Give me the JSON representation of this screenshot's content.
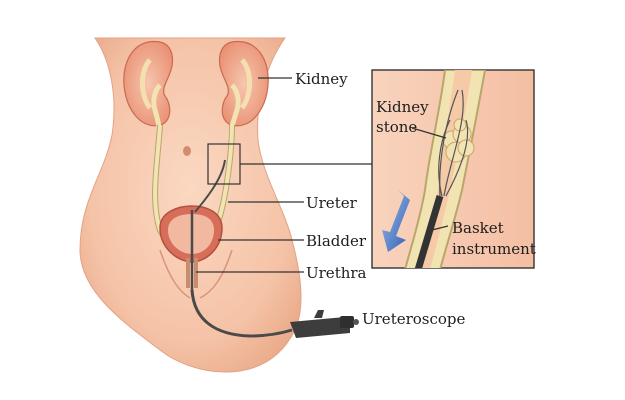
{
  "labels": {
    "kidney": "Kidney",
    "ureter": "Ureter",
    "bladder": "Bladder",
    "urethra": "Urethra",
    "ureteroscope": "Ureteroscope",
    "inset_kidney_stone_line1": "Kidney",
    "inset_kidney_stone_line2": "stone",
    "inset_basket_line1": "Basket",
    "inset_basket_line2": "instrument"
  },
  "colors": {
    "skin": "#f6c7ad",
    "skin_shadow": "#e9a988",
    "kidney_outer": "#f0a486",
    "kidney_inner": "#e27b62",
    "ureter": "#f1e3b2",
    "ureter_stroke": "#b8a66a",
    "bladder": "#d86d5a",
    "bladder_inner": "#f2b9a1",
    "scope": "#3d3d3d",
    "arrow": "#3d6fc2",
    "stone": "#f4e3b2",
    "leader": "#1e1e1e"
  },
  "icons": [
    "kidney-icon",
    "bladder-icon",
    "ureteroscope-icon",
    "flow-arrow-icon",
    "basket-icon",
    "kidney-stone-icon"
  ]
}
